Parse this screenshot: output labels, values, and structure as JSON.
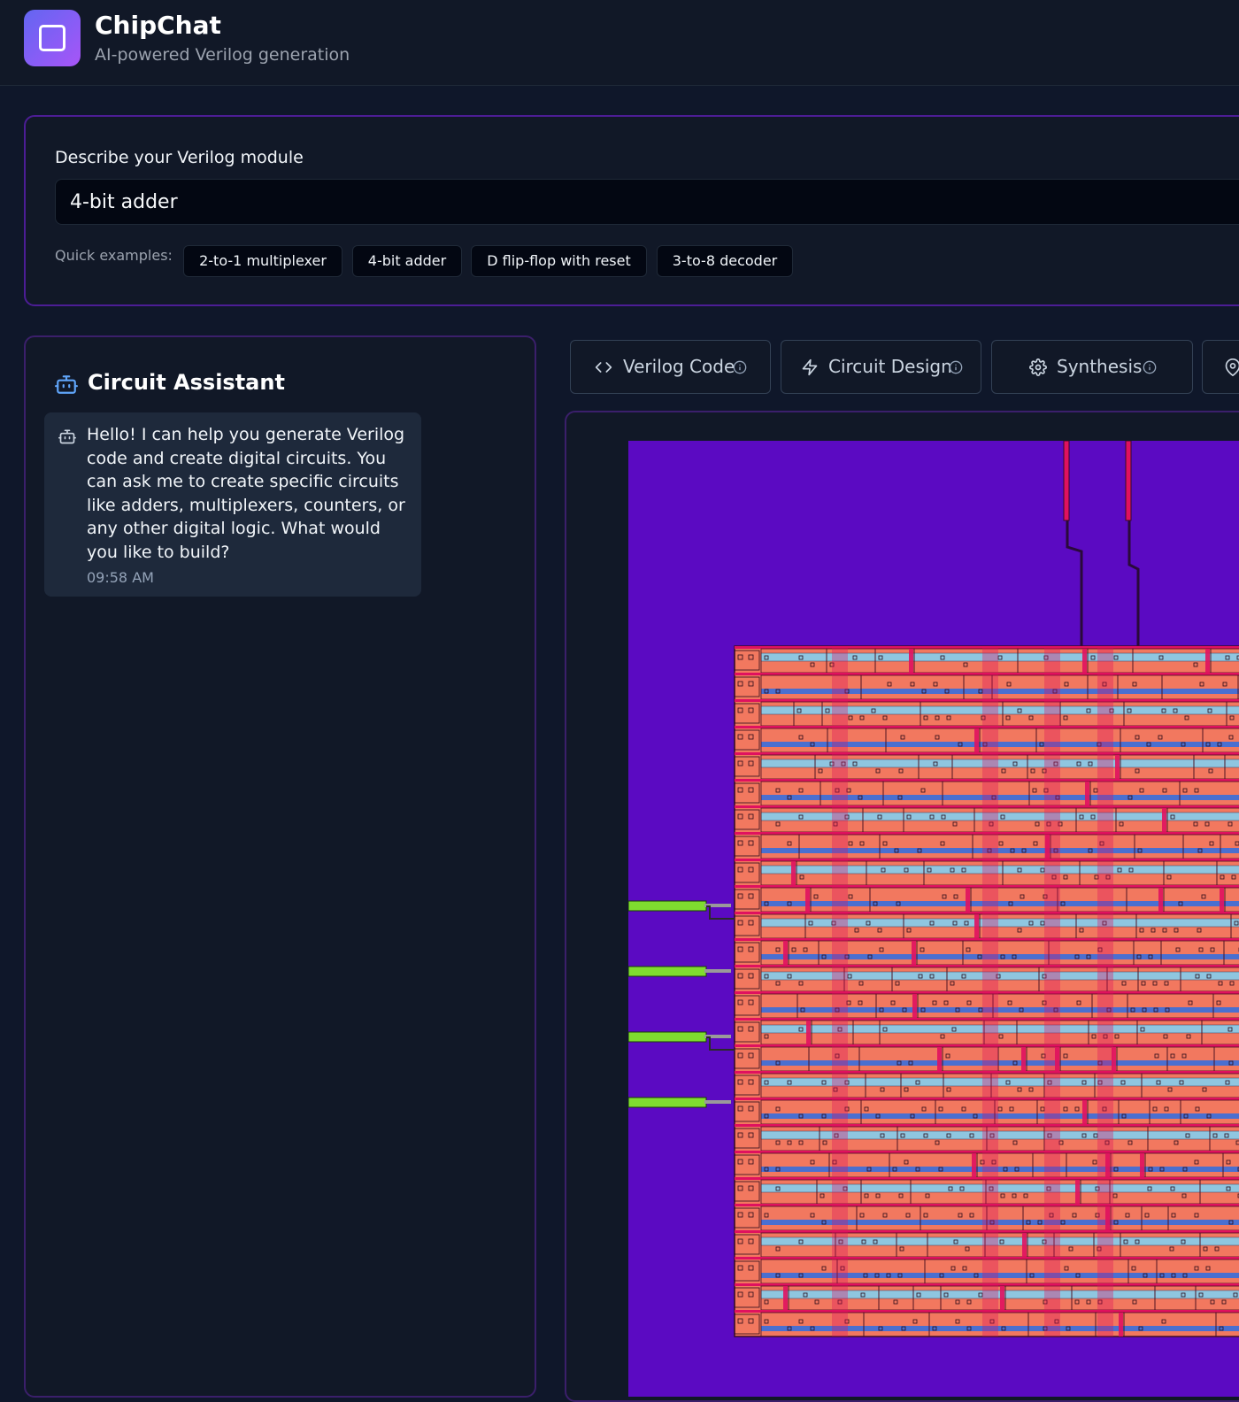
{
  "header": {
    "title": "ChipChat",
    "subtitle": "AI-powered Verilog generation"
  },
  "prompt": {
    "label": "Describe your Verilog module",
    "value": "4-bit adder",
    "examples_label": "Quick examples:",
    "examples": [
      "2-to-1 multiplexer",
      "4-bit adder",
      "D flip-flop with reset",
      "3-to-8 decoder"
    ]
  },
  "assistant": {
    "title": "Circuit Assistant",
    "messages": [
      {
        "text": "Hello! I can help you generate Verilog code and create digital circuits. You can ask me to create specific circuits like adders, multiplexers, counters, or any other digital logic. What would you like to build?",
        "time": "09:58 AM",
        "icon": "bot-icon"
      }
    ]
  },
  "tabs": [
    {
      "label": "Verilog Code",
      "icon": "code-icon"
    },
    {
      "label": "Circuit Design",
      "icon": "lightning-icon"
    },
    {
      "label": "Synthesis",
      "icon": "gear-icon"
    },
    {
      "label": "",
      "icon": "map-pin-icon"
    }
  ],
  "colors": {
    "accent": "#8b5cf6",
    "panel_border": "#4c1d95",
    "layout_background": "#5b0ac2",
    "cell_fill": "#f2785f",
    "metal_pink": "#e0115f",
    "metal_blue": "#4a6fd0",
    "diffusion_cyan": "#8fc6e0",
    "io_pin_green": "#7fdc2f"
  }
}
